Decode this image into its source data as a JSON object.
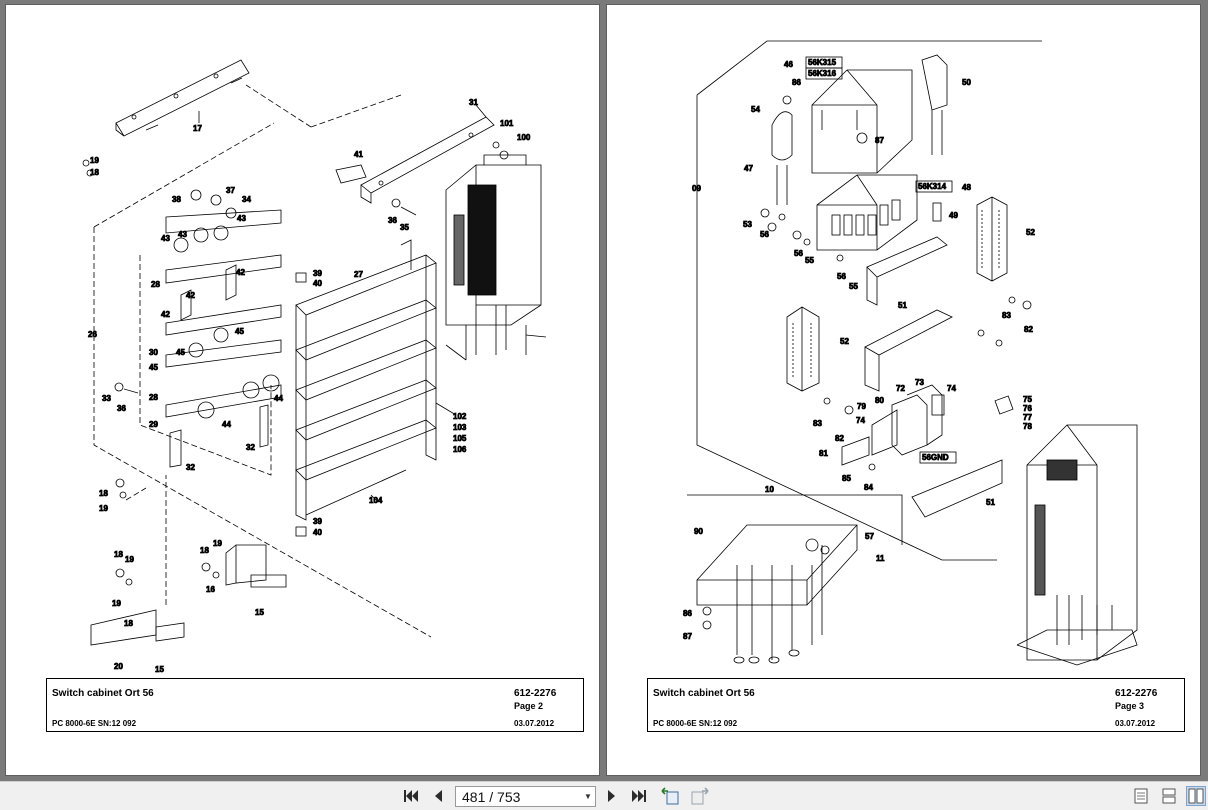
{
  "pages": [
    {
      "title": "Switch cabinet Ort 56",
      "part_number": "612-2276",
      "page_label": "Page 2",
      "model": "PC 8000-6E SN:12 092",
      "date": "03.07.2012",
      "callouts": [
        "17",
        "19",
        "18",
        "31",
        "101",
        "100",
        "41",
        "38",
        "37",
        "34",
        "43",
        "43",
        "36",
        "35",
        "28",
        "42",
        "42",
        "42",
        "39",
        "40",
        "27",
        "26",
        "30",
        "45",
        "45",
        "28",
        "33",
        "36",
        "29",
        "44",
        "44",
        "32",
        "32",
        "102",
        "103",
        "105",
        "106",
        "104",
        "18",
        "19",
        "39",
        "40",
        "18",
        "19",
        "18",
        "19",
        "16",
        "15",
        "19",
        "18",
        "20",
        "15"
      ]
    },
    {
      "title": "Switch cabinet Ort 56",
      "part_number": "612-2276",
      "page_label": "Page 3",
      "model": "PC 8000-6E SN:12 092",
      "date": "03.07.2012",
      "callouts": [
        "46",
        "86",
        "50",
        "54",
        "87",
        "09",
        "47",
        "48",
        "53",
        "56",
        "49",
        "52",
        "56",
        "55",
        "56",
        "55",
        "51",
        "83",
        "82",
        "52",
        "72",
        "73",
        "74",
        "75",
        "76",
        "77",
        "78",
        "83",
        "79",
        "80",
        "82",
        "74",
        "81",
        "85",
        "84",
        "10",
        "51",
        "90",
        "57",
        "11",
        "86",
        "87"
      ],
      "boxed_labels": [
        "56K315",
        "56K316",
        "56K314",
        "56GND"
      ]
    }
  ],
  "toolbar": {
    "page_display": "481 / 753",
    "icons": [
      "first-page-icon",
      "prev-page-icon",
      "next-page-icon",
      "last-page-icon",
      "back-view-icon",
      "forward-view-icon",
      "single-page-icon",
      "continuous-icon",
      "two-page-icon"
    ]
  }
}
